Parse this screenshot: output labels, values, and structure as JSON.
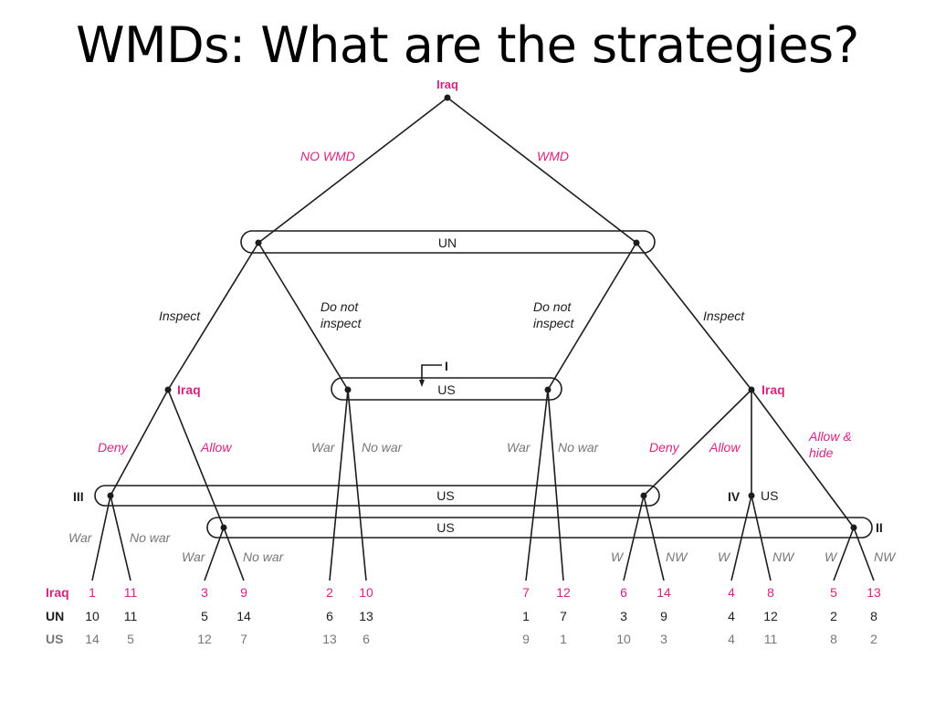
{
  "title": "WMDs: What are the strategies?",
  "colors": {
    "player_magenta": "#d6247f",
    "line": "#1c1c1c",
    "payoff_gray": "#777777"
  },
  "nodes": {
    "root": "Iraq",
    "un_set": "UN",
    "iraq_left": "Iraq",
    "iraq_right": "Iraq",
    "us_set_I": "US",
    "us_set_III": "US",
    "us_set_II": "US",
    "us_node_IV": "US"
  },
  "set_labels": {
    "I": "I",
    "II": "II",
    "III": "III",
    "IV": "IV"
  },
  "branches": {
    "no_wmd": "NO WMD",
    "wmd": "WMD",
    "inspect_left": "Inspect",
    "do_not_inspect_left": [
      "Do not",
      "inspect"
    ],
    "do_not_inspect_right": [
      "Do not",
      "inspect"
    ],
    "inspect_right": "Inspect",
    "deny_left": "Deny",
    "allow_left": "Allow",
    "war_i_left": "War",
    "no_war_i_left": "No war",
    "war_i_right": "War",
    "no_war_i_right": "No war",
    "deny_right": "Deny",
    "allow_right": "Allow",
    "allow_hide": [
      "Allow &",
      "hide"
    ],
    "war_iii": "War",
    "no_war_iii": "No war",
    "war_ii_left": "War",
    "no_war_ii_left": "No war",
    "w_iii_right": "W",
    "nw_iii_right": "NW",
    "w_iv": "W",
    "nw_iv": "NW",
    "w_ii_right": "W",
    "nw_ii_right": "NW"
  },
  "payoffs": {
    "row_labels": [
      "Iraq",
      "UN",
      "US"
    ],
    "columns": [
      {
        "iraq": "1",
        "un": "10",
        "us": "14"
      },
      {
        "iraq": "11",
        "un": "11",
        "us": "5"
      },
      {
        "iraq": "3",
        "un": "5",
        "us": "12"
      },
      {
        "iraq": "9",
        "un": "14",
        "us": "7"
      },
      {
        "iraq": "2",
        "un": "6",
        "us": "13"
      },
      {
        "iraq": "10",
        "un": "13",
        "us": "6"
      },
      {
        "iraq": "7",
        "un": "1",
        "us": "9"
      },
      {
        "iraq": "12",
        "un": "7",
        "us": "1"
      },
      {
        "iraq": "6",
        "un": "3",
        "us": "10"
      },
      {
        "iraq": "14",
        "un": "9",
        "us": "3"
      },
      {
        "iraq": "4",
        "un": "4",
        "us": "4"
      },
      {
        "iraq": "8",
        "un": "12",
        "us": "11"
      },
      {
        "iraq": "5",
        "un": "2",
        "us": "8"
      },
      {
        "iraq": "13",
        "un": "8",
        "us": "2"
      }
    ]
  }
}
